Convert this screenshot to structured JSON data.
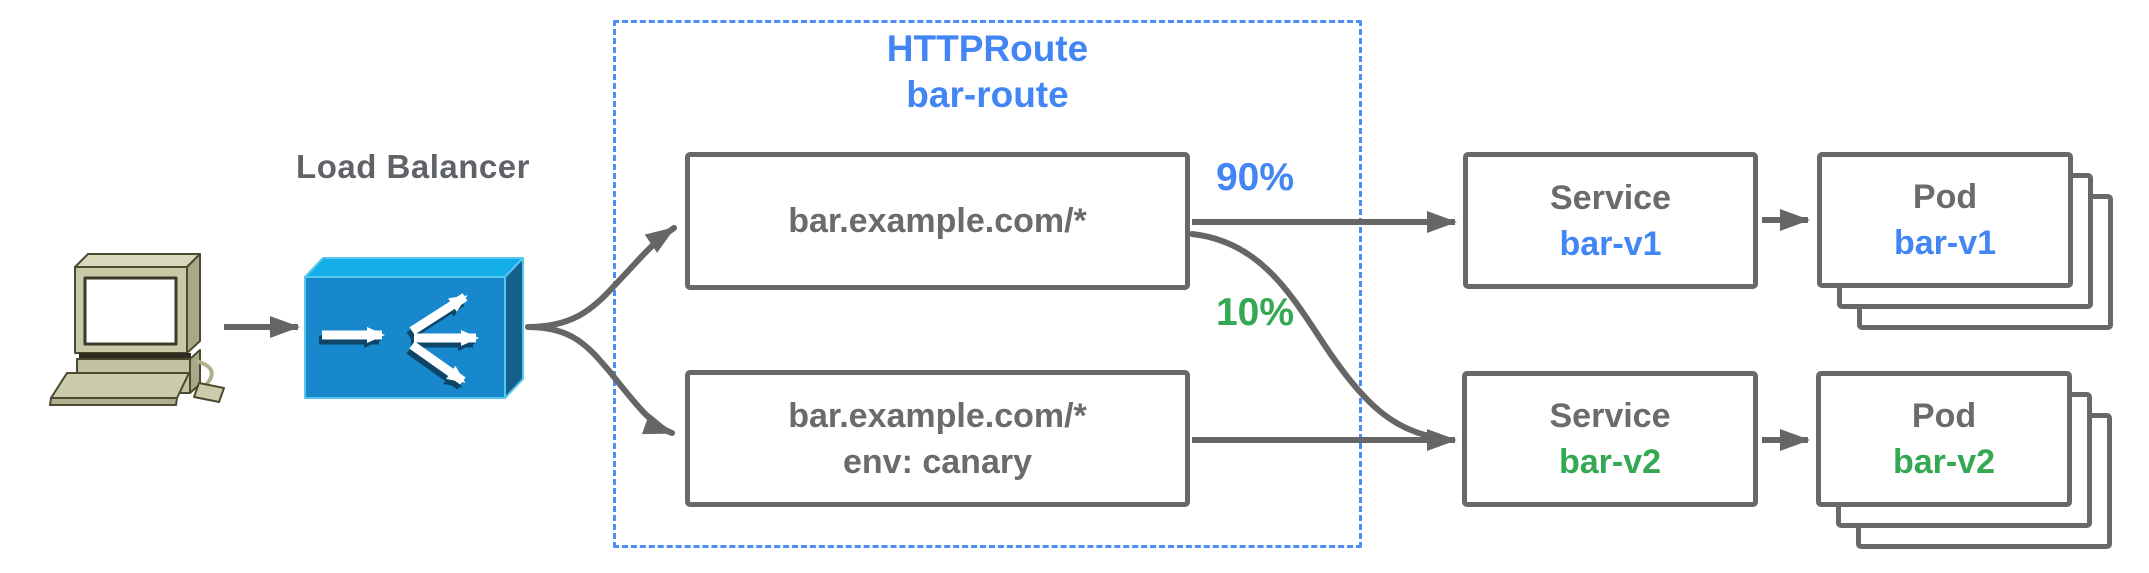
{
  "diagram": {
    "type": "kubernetes-gateway-traffic-split-diagram",
    "client": {
      "icon": "desktop-computer-icon"
    },
    "load_balancer": {
      "label": "Load Balancer",
      "icon": "load-balancer-box-icon"
    },
    "http_route": {
      "title_line1": "HTTPRoute",
      "title_line2": "bar-route",
      "rules": [
        {
          "match_line1": "bar.example.com/*",
          "match_line2": "",
          "weight": "90%",
          "weight_color": "#4285f4"
        },
        {
          "match_line1": "bar.example.com/*",
          "match_line2": "env: canary",
          "weight": "10%",
          "weight_color": "#34a853"
        }
      ]
    },
    "backends": [
      {
        "service_type": "Service",
        "service_name": "bar-v1",
        "pod_type": "Pod",
        "pod_name": "bar-v1",
        "accent": "#4285f4",
        "pod_replicas_shown": 3
      },
      {
        "service_type": "Service",
        "service_name": "bar-v2",
        "pod_type": "Pod",
        "pod_name": "bar-v2",
        "accent": "#34a853",
        "pod_replicas_shown": 3
      }
    ],
    "colors": {
      "blue_text": "#4285f4",
      "green_text": "#34a853",
      "gray_text": "#5f6368",
      "box_border_gray": "#686868",
      "arrow_gray": "#666666",
      "dashed_border_blue": "#4e8cf7",
      "lb_front": "#1788cb",
      "lb_top": "#13aeea",
      "lb_side": "#15608e",
      "computer_body": "#c9c9a8"
    }
  }
}
